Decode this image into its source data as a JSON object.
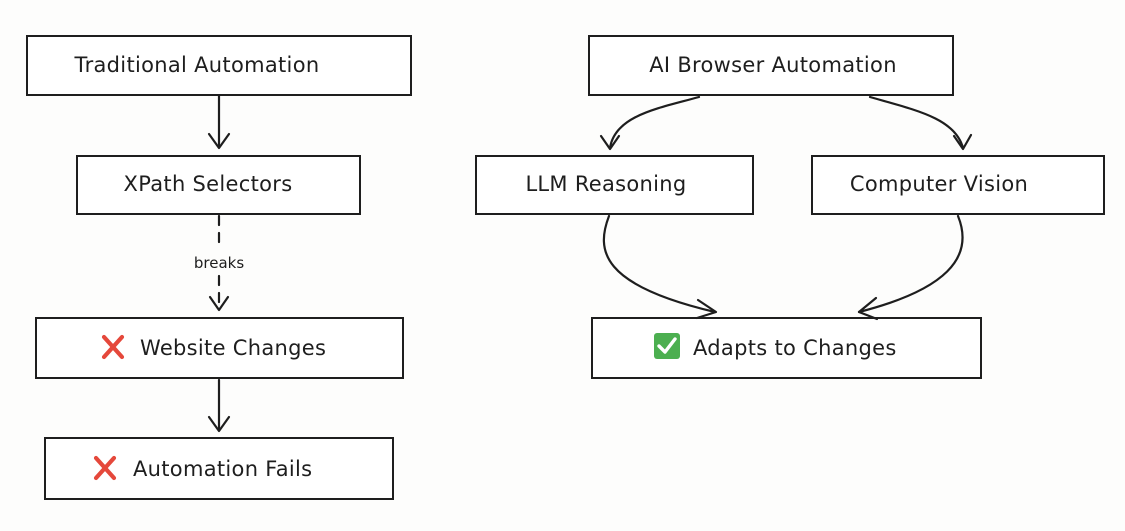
{
  "nodes": {
    "traditional_automation": "Traditional Automation",
    "xpath_selectors": "XPath Selectors",
    "website_changes": "Website Changes",
    "automation_fails": "Automation Fails",
    "ai_browser_automation": "AI Browser Automation",
    "llm_reasoning": "LLM Reasoning",
    "computer_vision": "Computer Vision",
    "adapts_to_changes": "Adapts to Changes"
  },
  "edges": {
    "breaks_label": "breaks"
  },
  "icons": {
    "failure": "cross-mark-icon",
    "success": "check-mark-icon"
  },
  "colors": {
    "stroke": "#1e1e1e",
    "failure": "#e5483b",
    "success": "#4caf50"
  }
}
